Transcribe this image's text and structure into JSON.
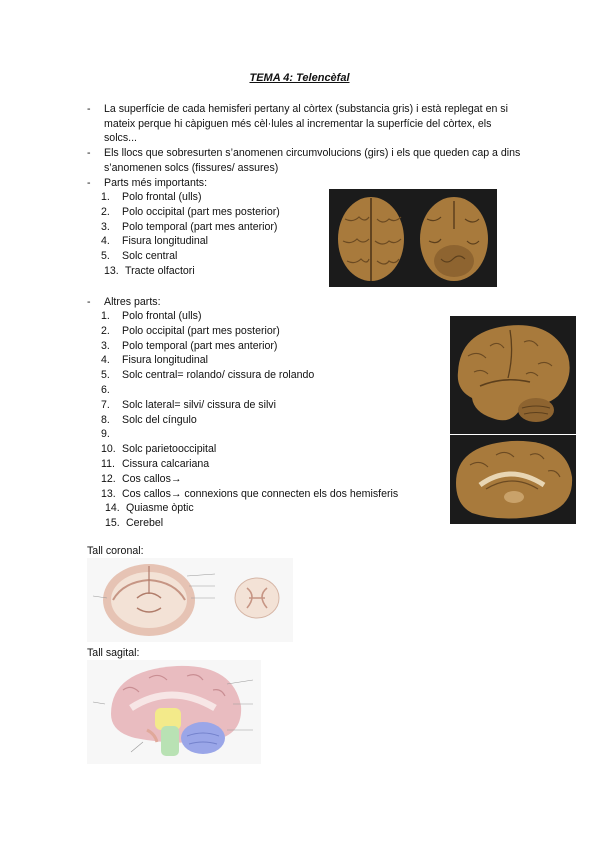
{
  "title": "TEMA 4: Telencèfal",
  "bullets": [
    "La superfície de cada hemisferi pertany al còrtex (substancia gris) i està replegat en si mateix perque hi càpiguen més cèl·lules al incrementar la superfície del còrtex, els solcs...",
    "Els llocs que sobresurten s’anomenen circumvolucions (girs) i els que queden cap a dins s’anomenen solcs (fissures/ assures)",
    "Parts més importants:",
    "Altres parts:"
  ],
  "list1": [
    {
      "n": "1.",
      "t": "Polo frontal (ulls)"
    },
    {
      "n": "2.",
      "t": "Polo occipital (part mes posterior)"
    },
    {
      "n": "3.",
      "t": "Polo temporal (part mes anterior)"
    },
    {
      "n": "4.",
      "t": "Fisura longitudinal"
    },
    {
      "n": "5.",
      "t": "Solc central"
    },
    {
      "n": "13.",
      "t": "Tracte olfactori"
    }
  ],
  "list2": [
    {
      "n": "1.",
      "t": "Polo frontal (ulls)"
    },
    {
      "n": "2.",
      "t": "Polo occipital (part mes posterior)"
    },
    {
      "n": "3.",
      "t": "Polo temporal (part mes anterior)"
    },
    {
      "n": "4.",
      "t": "Fisura longitudinal"
    },
    {
      "n": "5.",
      "t": "Solc central= rolando/ cissura de rolando"
    },
    {
      "n": "6.",
      "t": ""
    },
    {
      "n": "7.",
      "t": "Solc lateral= silvi/ cissura de silvi"
    },
    {
      "n": "8.",
      "t": "Solc del cíngulo"
    },
    {
      "n": "9.",
      "t": ""
    },
    {
      "n": "10.",
      "t": "Solc parietooccipital"
    },
    {
      "n": "11.",
      "t": "Cissura calcariana"
    },
    {
      "n": "12.",
      "t": "Cos callos→"
    },
    {
      "n": "13.",
      "t": "Cos callos→ connexions que connecten els dos hemisferis"
    },
    {
      "n": "14.",
      "t": "Quiasme òptic"
    },
    {
      "n": "15.",
      "t": "Cerebel"
    }
  ],
  "labels": {
    "coronal": "Tall coronal:",
    "sagital": "Tall sagital:"
  },
  "colors": {
    "brain": "#a87a3c",
    "brain_dark": "#6b4a22",
    "photo_bg": "#1b1b1b"
  }
}
